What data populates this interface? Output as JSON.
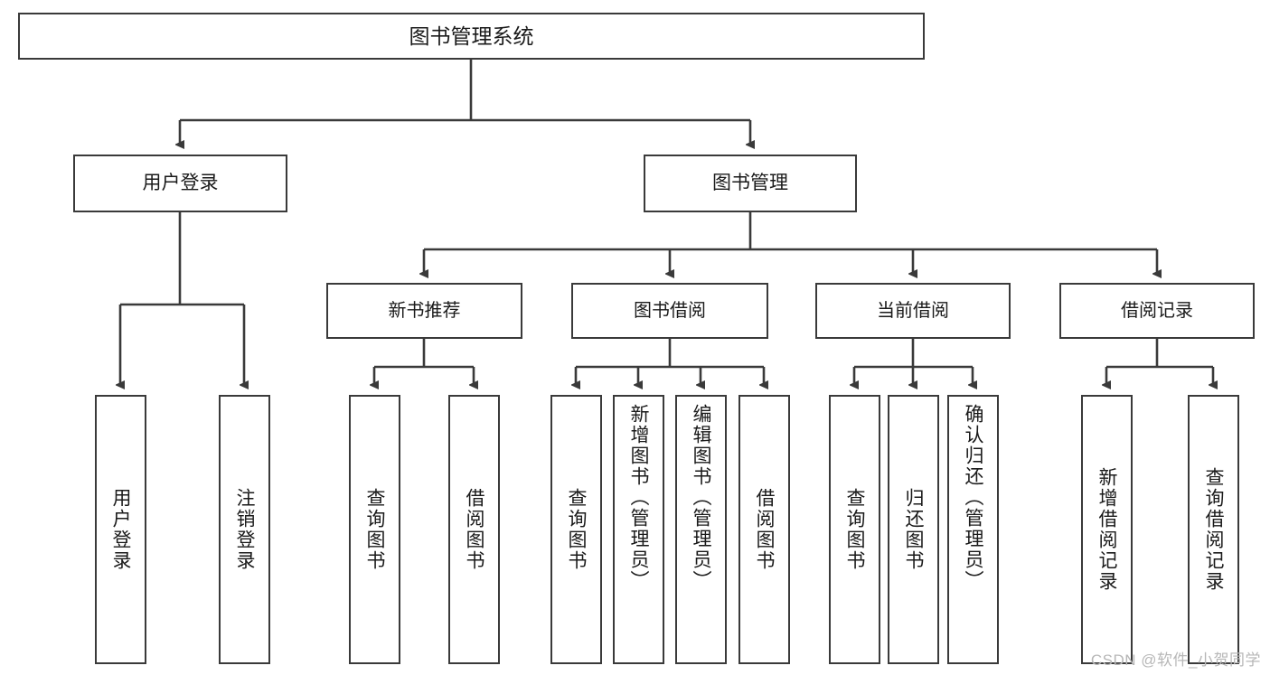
{
  "diagram": {
    "title": "图书管理系统",
    "type": "tree-hierarchy",
    "root": {
      "label": "图书管理系统"
    },
    "level1": [
      {
        "label": "用户登录"
      },
      {
        "label": "图书管理"
      }
    ],
    "level2": [
      {
        "label": "新书推荐"
      },
      {
        "label": "图书借阅"
      },
      {
        "label": "当前借阅"
      },
      {
        "label": "借阅记录"
      }
    ],
    "leaves": {
      "user_login": [
        {
          "label": "用户登录"
        },
        {
          "label": "注销登录"
        }
      ],
      "new_book_recommend": [
        {
          "label": "查询图书"
        },
        {
          "label": "借阅图书"
        }
      ],
      "book_borrow": [
        {
          "label": "查询图书"
        },
        {
          "label": "新增图书（管理员）"
        },
        {
          "label": "编辑图书（管理员）"
        },
        {
          "label": "借阅图书"
        }
      ],
      "current_borrow": [
        {
          "label": "查询图书"
        },
        {
          "label": "归还图书"
        },
        {
          "label": "确认归还（管理员）"
        }
      ],
      "borrow_records": [
        {
          "label": "新增借阅记录"
        },
        {
          "label": "查询借阅记录"
        }
      ]
    }
  },
  "watermark": {
    "text": "CSDN @软件_小贺同学"
  },
  "colors": {
    "border": "#3a3a3a",
    "text": "#1a1a1a",
    "background": "#ffffff",
    "watermark": "#b7b7b7"
  }
}
